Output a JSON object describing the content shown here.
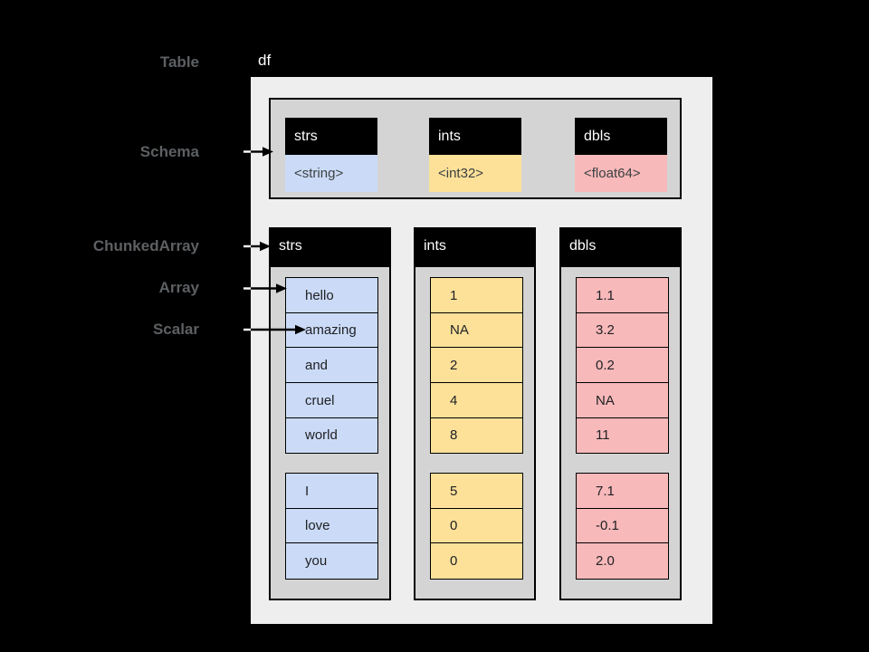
{
  "legend": {
    "table_label": "Table",
    "schema_label": "Schema",
    "chunked_array_label": "ChunkedArray",
    "array_label": "Array",
    "scalar_label": "Scalar",
    "label_color": "#5d6063"
  },
  "table": {
    "name": "df",
    "outer_bg": "#eeeeee",
    "panel_bg": "#d4d4d4",
    "schema": {
      "fields": [
        {
          "name": "strs",
          "type": "<string>",
          "color": "#cbdbf7"
        },
        {
          "name": "ints",
          "type": "<int32>",
          "color": "#fde199"
        },
        {
          "name": "dbls",
          "type": "<float64>",
          "color": "#f8b9ba"
        }
      ]
    },
    "columns": [
      {
        "name": "strs",
        "color": "#cbdbf7",
        "chunks": [
          [
            "hello",
            "amazing",
            "and",
            "cruel",
            "world"
          ],
          [
            "I",
            "love",
            "you"
          ]
        ]
      },
      {
        "name": "ints",
        "color": "#fde199",
        "chunks": [
          [
            "1",
            "NA",
            "2",
            "4",
            "8"
          ],
          [
            "5",
            "0",
            "0"
          ]
        ]
      },
      {
        "name": "dbls",
        "color": "#f8b9ba",
        "chunks": [
          [
            "1.1",
            "3.2",
            "0.2",
            "NA",
            "11"
          ],
          [
            "7.1",
            "-0.1",
            "2.0"
          ]
        ]
      }
    ]
  }
}
